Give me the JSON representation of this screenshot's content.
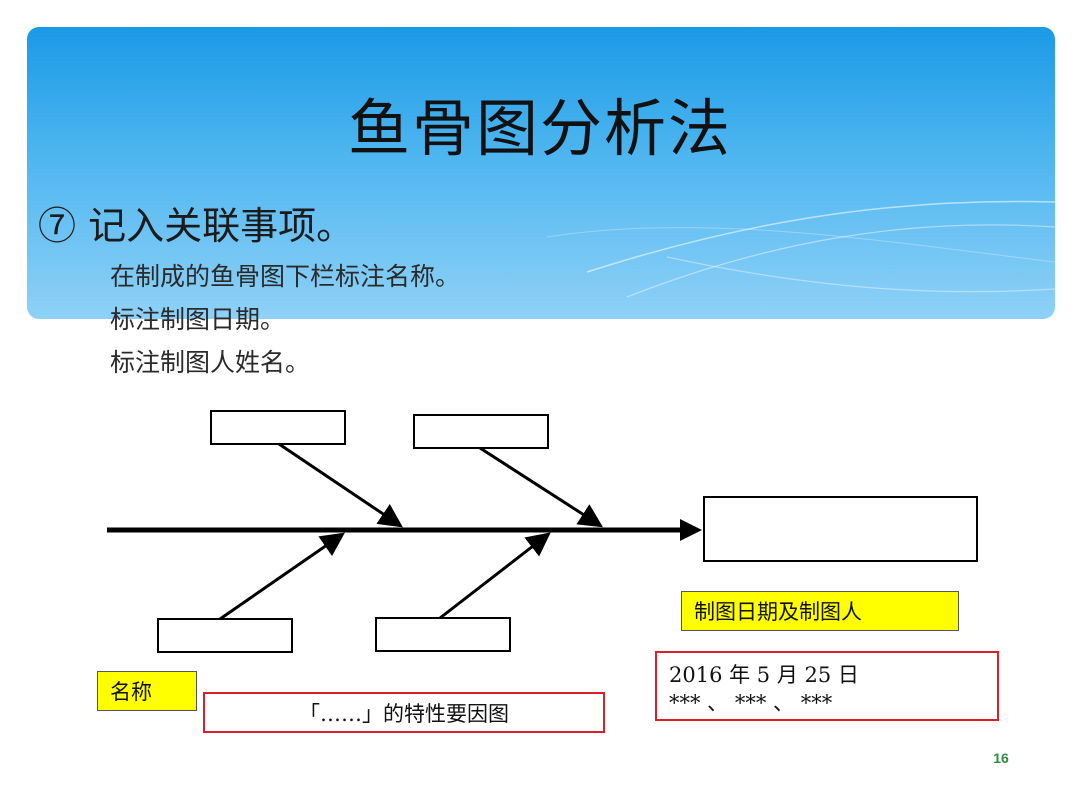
{
  "title": "鱼骨图分析法",
  "subtitle": "⑦ 记入关联事项。",
  "bullets": [
    "在制成的鱼骨图下栏标注名称。",
    "标注制图日期。",
    "标注制图人姓名。"
  ],
  "labels": {
    "name_tag": "名称",
    "name_value": "「……」的特性要因图",
    "date_person_tag": "制图日期及制图人",
    "date_value": "2016 年 5 月 25 日",
    "person_value": "*** 、 *** 、 ***"
  },
  "page_number": "16",
  "colors": {
    "highlight": "#ffff00",
    "red_border": "#d9202a",
    "header_blue": "#1a9ae6",
    "page_number": "#2e8b3e"
  }
}
